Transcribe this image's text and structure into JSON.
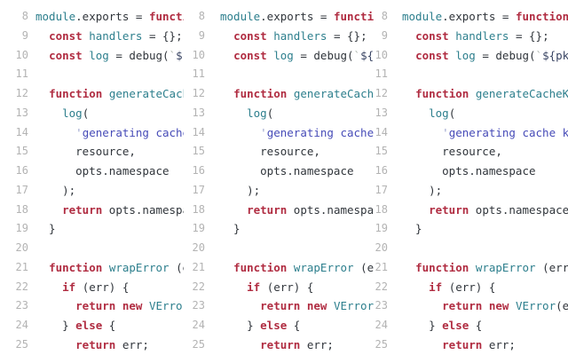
{
  "colors": {
    "background": "#ffffff",
    "keyword": "#b02c41",
    "identifier": "#2d7f8d",
    "plain": "#30353b",
    "string": "#474cb8",
    "quote": "#9aa3cd",
    "template_delim": "#a7b0a8",
    "interp": "#3a4564",
    "line_number": "#b3b3b3"
  },
  "editor": {
    "line_start": 8,
    "line_end": 25,
    "panes": [
      {
        "id": "pane-1"
      },
      {
        "id": "pane-2"
      },
      {
        "id": "pane-3"
      }
    ],
    "lines": [
      {
        "n": 8,
        "tokens": [
          [
            "id",
            "module"
          ],
          [
            "pl",
            ".exports = "
          ],
          [
            "kw",
            "function"
          ],
          [
            "pl",
            " ("
          ]
        ]
      },
      {
        "n": 9,
        "tokens": [
          [
            "pl",
            "  "
          ],
          [
            "kw",
            "const"
          ],
          [
            "pl",
            " "
          ],
          [
            "id",
            "handlers"
          ],
          [
            "pl",
            " = {};"
          ]
        ]
      },
      {
        "n": 10,
        "tokens": [
          [
            "pl",
            "  "
          ],
          [
            "kw",
            "const"
          ],
          [
            "pl",
            " "
          ],
          [
            "id",
            "log"
          ],
          [
            "pl",
            " = debug("
          ],
          [
            "tpl",
            "`"
          ],
          [
            "itp",
            "${pkg."
          ]
        ]
      },
      {
        "n": 11,
        "tokens": []
      },
      {
        "n": 12,
        "tokens": [
          [
            "pl",
            "  "
          ],
          [
            "kw",
            "function"
          ],
          [
            "pl",
            " "
          ],
          [
            "id",
            "generateCacheKey"
          ],
          [
            "pl",
            " ("
          ]
        ]
      },
      {
        "n": 13,
        "tokens": [
          [
            "pl",
            "    "
          ],
          [
            "id",
            "log"
          ],
          [
            "pl",
            "("
          ]
        ]
      },
      {
        "n": 14,
        "tokens": [
          [
            "pl",
            "      "
          ],
          [
            "qt",
            "'"
          ],
          [
            "str",
            "generating cache key for"
          ]
        ]
      },
      {
        "n": 15,
        "tokens": [
          [
            "pl",
            "      resource,"
          ]
        ]
      },
      {
        "n": 16,
        "tokens": [
          [
            "pl",
            "      opts.namespace"
          ]
        ]
      },
      {
        "n": 17,
        "tokens": [
          [
            "pl",
            "    );"
          ]
        ]
      },
      {
        "n": 18,
        "tokens": [
          [
            "pl",
            "    "
          ],
          [
            "kw",
            "return"
          ],
          [
            "pl",
            " opts.namespace"
          ]
        ]
      },
      {
        "n": 19,
        "tokens": [
          [
            "pl",
            "  }"
          ]
        ]
      },
      {
        "n": 20,
        "tokens": []
      },
      {
        "n": 21,
        "tokens": [
          [
            "pl",
            "  "
          ],
          [
            "kw",
            "function"
          ],
          [
            "pl",
            " "
          ],
          [
            "id",
            "wrapError"
          ],
          [
            "pl",
            " (err, "
          ]
        ]
      },
      {
        "n": 22,
        "tokens": [
          [
            "pl",
            "    "
          ],
          [
            "kw",
            "if"
          ],
          [
            "pl",
            " (err) {"
          ]
        ]
      },
      {
        "n": 23,
        "tokens": [
          [
            "pl",
            "      "
          ],
          [
            "kw",
            "return"
          ],
          [
            "pl",
            " "
          ],
          [
            "kw",
            "new"
          ],
          [
            "pl",
            " "
          ],
          [
            "id",
            "VError"
          ],
          [
            "pl",
            "(err"
          ]
        ]
      },
      {
        "n": 24,
        "tokens": [
          [
            "pl",
            "    } "
          ],
          [
            "kw",
            "else"
          ],
          [
            "pl",
            " {"
          ]
        ]
      },
      {
        "n": 25,
        "tokens": [
          [
            "pl",
            "      "
          ],
          [
            "kw",
            "return"
          ],
          [
            "pl",
            " err;"
          ]
        ]
      }
    ]
  }
}
